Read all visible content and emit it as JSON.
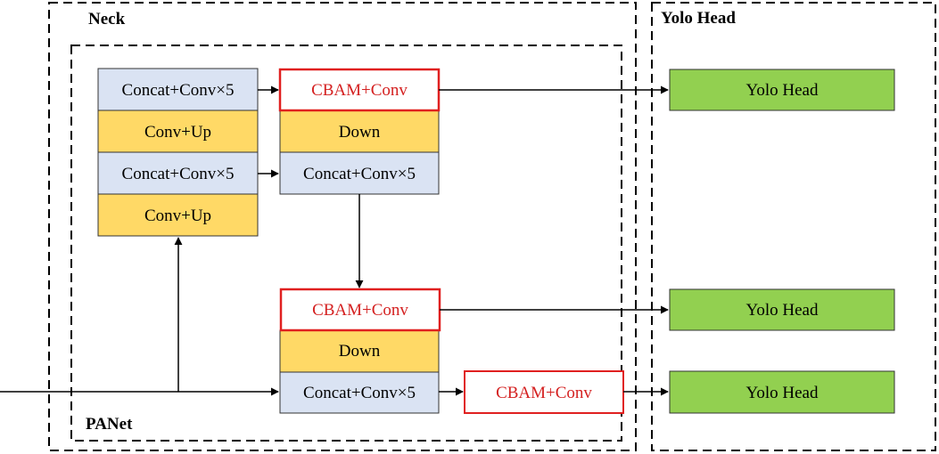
{
  "colors": {
    "blue_block": "#dae3f3",
    "yellow_block": "#ffd966",
    "green_block": "#92d050",
    "cbam_border": "#e02020",
    "cbam_text": "#d42020",
    "line": "#000000"
  },
  "regions": {
    "neck": "Neck",
    "head": "Yolo Head",
    "panet": "PANet"
  },
  "left_column": [
    {
      "label": "Concat+Conv×5"
    },
    {
      "label": "Conv+Up"
    },
    {
      "label": "Concat+Conv×5"
    },
    {
      "label": "Conv+Up"
    }
  ],
  "top_column": [
    {
      "label": "CBAM+Conv"
    },
    {
      "label": "Down"
    },
    {
      "label": "Concat+Conv×5"
    }
  ],
  "bottom_column": [
    {
      "label": "CBAM+Conv"
    },
    {
      "label": "Down"
    },
    {
      "label": "Concat+Conv×5"
    }
  ],
  "bottom_cbam": {
    "label": "CBAM+Conv"
  },
  "heads": [
    {
      "label": "Yolo Head"
    },
    {
      "label": "Yolo Head"
    },
    {
      "label": "Yolo Head"
    }
  ]
}
